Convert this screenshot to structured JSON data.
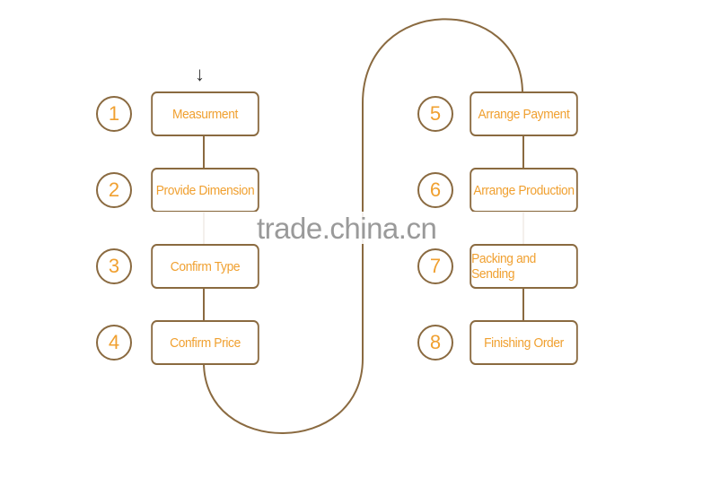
{
  "steps": [
    {
      "num": "1",
      "label": "Measurment"
    },
    {
      "num": "2",
      "label": "Provide Dimension"
    },
    {
      "num": "3",
      "label": "Confirm Type"
    },
    {
      "num": "4",
      "label": "Confirm Price"
    },
    {
      "num": "5",
      "label": "Arrange Payment"
    },
    {
      "num": "6",
      "label": "Arrange Production"
    },
    {
      "num": "7",
      "label": "Packing and Sending"
    },
    {
      "num": "8",
      "label": "Finishing Order"
    }
  ],
  "arrow_glyph": "↓",
  "watermark": "trade.china.cn",
  "colors": {
    "border": "#8a6a40",
    "text": "#f0a030"
  }
}
